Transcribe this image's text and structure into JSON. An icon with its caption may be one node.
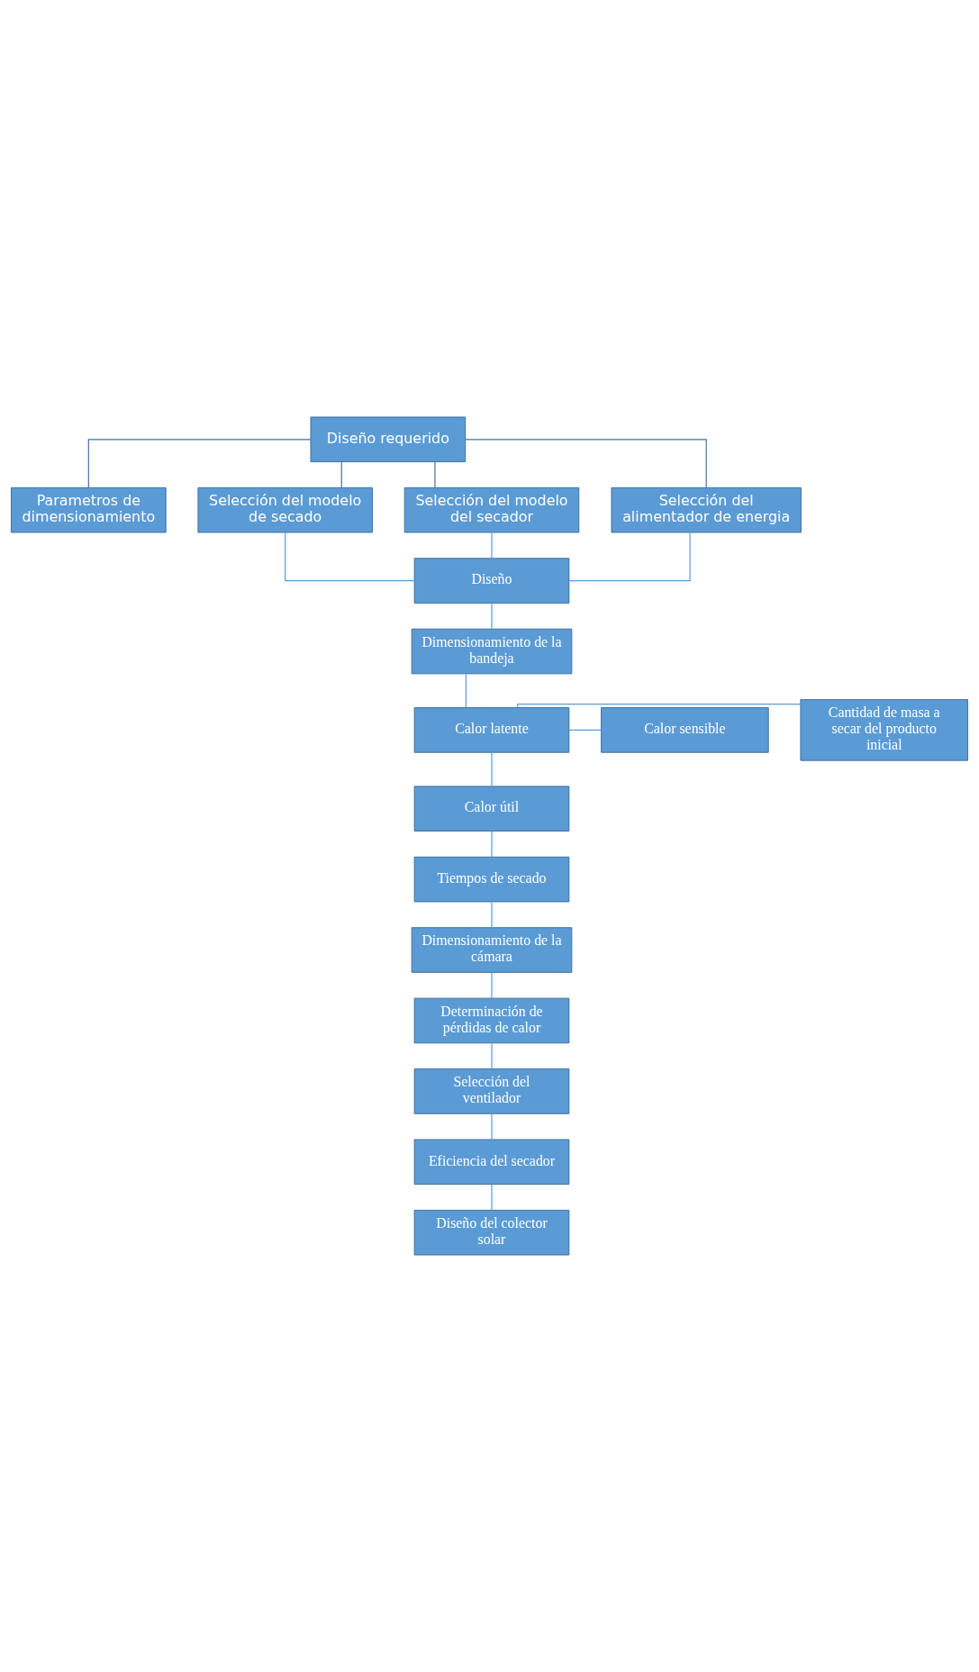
{
  "diagram": {
    "nodes": [
      {
        "text": [
          "Diseño requerido"
        ]
      },
      {
        "text": [
          "Parametros de dimensionamiento"
        ]
      },
      {
        "text": [
          "Selección del modelo de secado"
        ]
      },
      {
        "text": [
          "Selección del modelo del secador"
        ]
      },
      {
        "text": [
          "Selección del alimentador de energia"
        ]
      },
      {
        "text": [
          "Diseño"
        ]
      },
      {
        "text": [
          "Dimensionamiento de la bandeja"
        ]
      },
      {
        "text": [
          "Cantidad de masa a secar del producto inicial"
        ]
      },
      {
        "text": [
          "Calor latente"
        ]
      },
      {
        "text": [
          "Calor sensible"
        ]
      },
      {
        "text": [
          "Calor útil"
        ]
      },
      {
        "text": [
          "Tiempos de secado"
        ]
      },
      {
        "text": [
          "Dimensionamiento de la cámara"
        ]
      },
      {
        "text": [
          "Determinación de pérdidas de calor"
        ]
      },
      {
        "text": [
          "Selección del ventilador"
        ]
      },
      {
        "text": [
          "Eficiencia del secador"
        ]
      },
      {
        "text": [
          "Diseño del colector solar"
        ]
      }
    ],
    "edges": [
      {
        "from": 0,
        "to": 1,
        "arrow": "none",
        "color": "#41719c"
      },
      {
        "from": 0,
        "to": 2,
        "arrow": "none",
        "color": "#41719c"
      },
      {
        "from": 0,
        "to": 3,
        "arrow": "none",
        "color": "#41719c"
      },
      {
        "from": 0,
        "to": 4,
        "arrow": "none",
        "color": "#41719c"
      },
      {
        "from": 2,
        "to": 5,
        "arrow": "none"
      },
      {
        "from": 3,
        "to": 5,
        "arrow": "none"
      },
      {
        "from": 4,
        "to": 5,
        "arrow": "none"
      },
      {
        "from": 5,
        "to": 6,
        "arrow": "none"
      },
      {
        "from": 6,
        "to": 8,
        "arrow": "none"
      },
      {
        "from": 7,
        "to": 8,
        "arrow": "none"
      },
      {
        "from": 8,
        "to": 9,
        "arrow": "none"
      },
      {
        "from": 8,
        "to": 10,
        "arrow": "none"
      },
      {
        "from": 10,
        "to": 11,
        "arrow": "none"
      },
      {
        "from": 11,
        "to": 12,
        "arrow": "none"
      },
      {
        "from": 12,
        "to": 13,
        "arrow": "none"
      },
      {
        "from": 13,
        "to": 14,
        "arrow": "none"
      },
      {
        "from": 14,
        "to": 15,
        "arrow": "none"
      },
      {
        "from": 15,
        "to": 16,
        "arrow": "none"
      }
    ]
  }
}
